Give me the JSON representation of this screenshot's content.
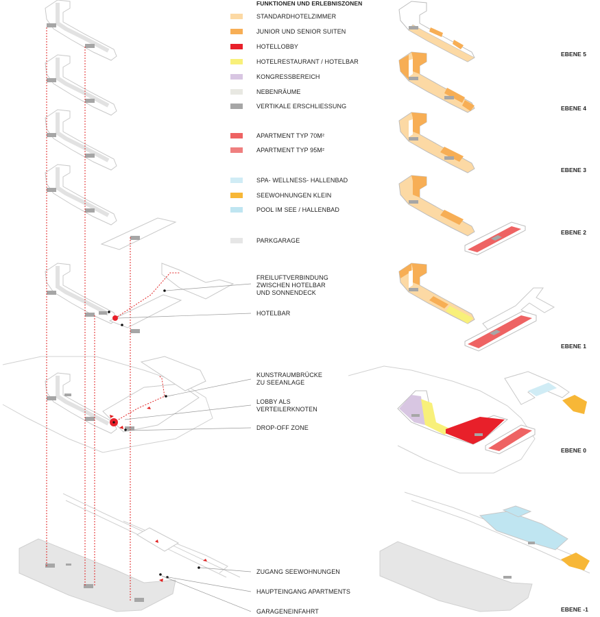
{
  "legend": {
    "title": "FUNKTIONEN UND ERLEBNISZONEN",
    "items": [
      {
        "label": "STANDARDHOTELZIMMER",
        "color": "#fcd9a4"
      },
      {
        "label": "JUNIOR UND SENIOR SUITEN",
        "color": "#f7ae55"
      },
      {
        "label": "HOTELLOBBY",
        "color": "#e8202a"
      },
      {
        "label": "HOTELRESTAURANT / HOTELBAR",
        "color": "#f8f07a"
      },
      {
        "label": "KONGRESSBEREICH",
        "color": "#d8c6e2"
      },
      {
        "label": "NEBENRÄUME",
        "color": "#e8e8e2"
      },
      {
        "label": "VERTIKALE ERSCHLIESSUNG",
        "color": "#a6a6a6"
      },
      {
        "label": "APARTMENT TYP 70M²",
        "color": "#ee6363"
      },
      {
        "label": "APARTMENT TYP 95M²",
        "color": "#ef7f7f"
      },
      {
        "label": "SPA- WELLNESS- HALLENBAD",
        "color": "#d0ecf5"
      },
      {
        "label": "SEEWOHNUNGEN KLEIN",
        "color": "#f7b737"
      },
      {
        "label": "POOL IM SEE / HALLENBAD",
        "color": "#bfe5f1"
      },
      {
        "label": "PARKGARAGE",
        "color": "#e6e6e6"
      }
    ]
  },
  "annotations": [
    {
      "lines": [
        "FREILUFTVERBINDUNG",
        "ZWISCHEN HOTELBAR",
        "UND SONNENDECK"
      ]
    },
    {
      "lines": [
        "HOTELBAR"
      ]
    },
    {
      "lines": [
        "KUNSTRAUMBRÜCKE",
        "ZU SEEANLAGE"
      ]
    },
    {
      "lines": [
        "LOBBY ALS",
        "VERTEILERKNOTEN"
      ]
    },
    {
      "lines": [
        "DROP-OFF ZONE"
      ]
    },
    {
      "lines": [
        "ZUGANG SEEWOHNUNGEN"
      ]
    },
    {
      "lines": [
        "HAUPTEINGANG APARTMENTS"
      ]
    },
    {
      "lines": [
        "GARAGENEINFAHRT"
      ]
    }
  ],
  "levels": [
    "EBENE 5",
    "EBENE 4",
    "EBENE 3",
    "EBENE 2",
    "EBENE 1",
    "EBENE 0",
    "EBENE -1"
  ]
}
